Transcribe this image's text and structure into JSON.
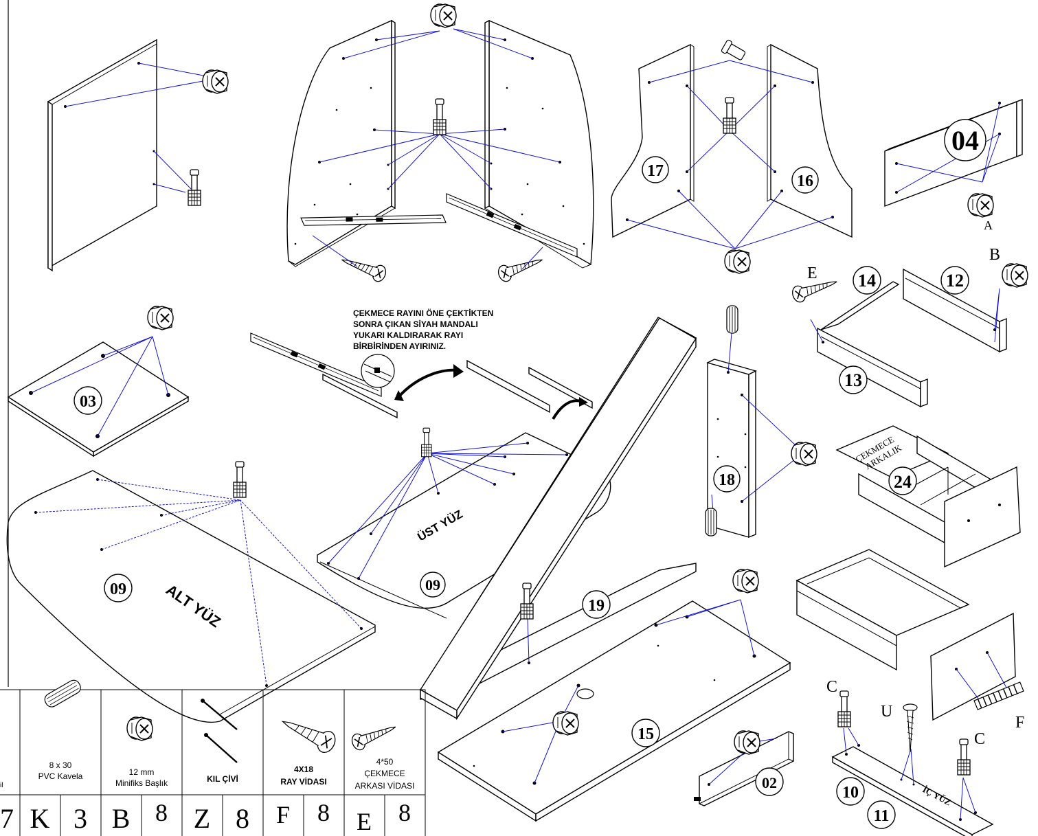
{
  "part_labels": [
    "04",
    "17",
    "16",
    "14",
    "12",
    "13",
    "03",
    "18",
    "24",
    "09",
    "09",
    "19",
    "15",
    "02",
    "10",
    "11"
  ],
  "hardware_letters": [
    "A",
    "B",
    "E",
    "C",
    "U",
    "C",
    "F"
  ],
  "surface_labels": {
    "alt_yuz": "ALT YÜZ",
    "ust_yuz": "ÜST YÜZ",
    "ic_yuz": "İÇ YÜZ"
  },
  "drawer_back_label": [
    "ÇEKMECE",
    "ARKALIK"
  ],
  "rail_instruction": [
    "ÇEKMECE RAYINI ÖNE ÇEKTİKTEN",
    "SONRA ÇIKAN SİYAH MANDALI",
    "YUKARI KALDIRARAK RAYI",
    "BİRBİRİNDEN AYIRINIZ."
  ],
  "hardware_table": {
    "partial_first_label": "il",
    "partial_first_qty": "7",
    "items": [
      {
        "desc": [
          "8 x 30",
          "PVC Kavela"
        ],
        "code": "K",
        "qty": "3"
      },
      {
        "desc": [
          "12 mm",
          "Minifiks Başlık"
        ],
        "code": "B",
        "qty": "8"
      },
      {
        "desc": [
          "KIL  ÇİVİ"
        ],
        "code": "Z",
        "qty": "8"
      },
      {
        "desc": [
          "4X18",
          "RAY  VİDASI"
        ],
        "code": "F",
        "qty": "8"
      },
      {
        "desc": [
          "4*50",
          "ÇEKMECE",
          "ARKASI  VİDASI"
        ],
        "code": "E",
        "qty": "8"
      }
    ]
  }
}
